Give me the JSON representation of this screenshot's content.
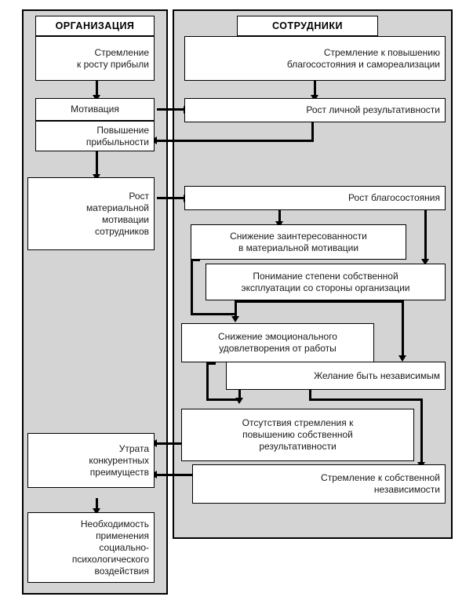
{
  "diagram": {
    "title_not_shown": "",
    "panels": [
      {
        "id": "org",
        "label": "ОРГАНИЗАЦИЯ"
      },
      {
        "id": "emp",
        "label": "СОТРУДНИКИ"
      }
    ],
    "org_nodes": {
      "profit_growth": "Стремление\nк росту прибыли",
      "motivation": "Мотивация",
      "profitability": "Повышение\nприбыльности",
      "material_motivation": "Рост\nматериальной\nмотивации\nсотрудников",
      "loss_of_advantage": "Утрата\nконкурентных\nпреимуществ",
      "need_social_psych": "Необходимость\nприменения\nсоциально-\nпсихологического\nвоздействия"
    },
    "emp_nodes": {
      "wellbeing_aspiration": "Стремление к повышению\nблагосостояния и самореализации",
      "personal_performance": "Рост личной результативности",
      "wellbeing_growth": "Рост благосостояния",
      "lower_interest": "Снижение заинтересованности\nв материальной мотивации",
      "exploitation_awareness": "Понимание степени собственной\nэксплуатации со стороны организации",
      "lower_satisfaction": "Снижение эмоционального\nудовлетворения от работы",
      "desire_independence": "Желание быть независимым",
      "no_aspiration": "Отсутствия стремления к\nповышению собственной\nрезультативности",
      "own_independence": "Стремление к собственной\nнезависимости"
    },
    "colors": {
      "panel_fill": "#d4d4d4",
      "node_fill": "#ffffff",
      "stroke": "#000000",
      "page": "#ffffff"
    }
  }
}
